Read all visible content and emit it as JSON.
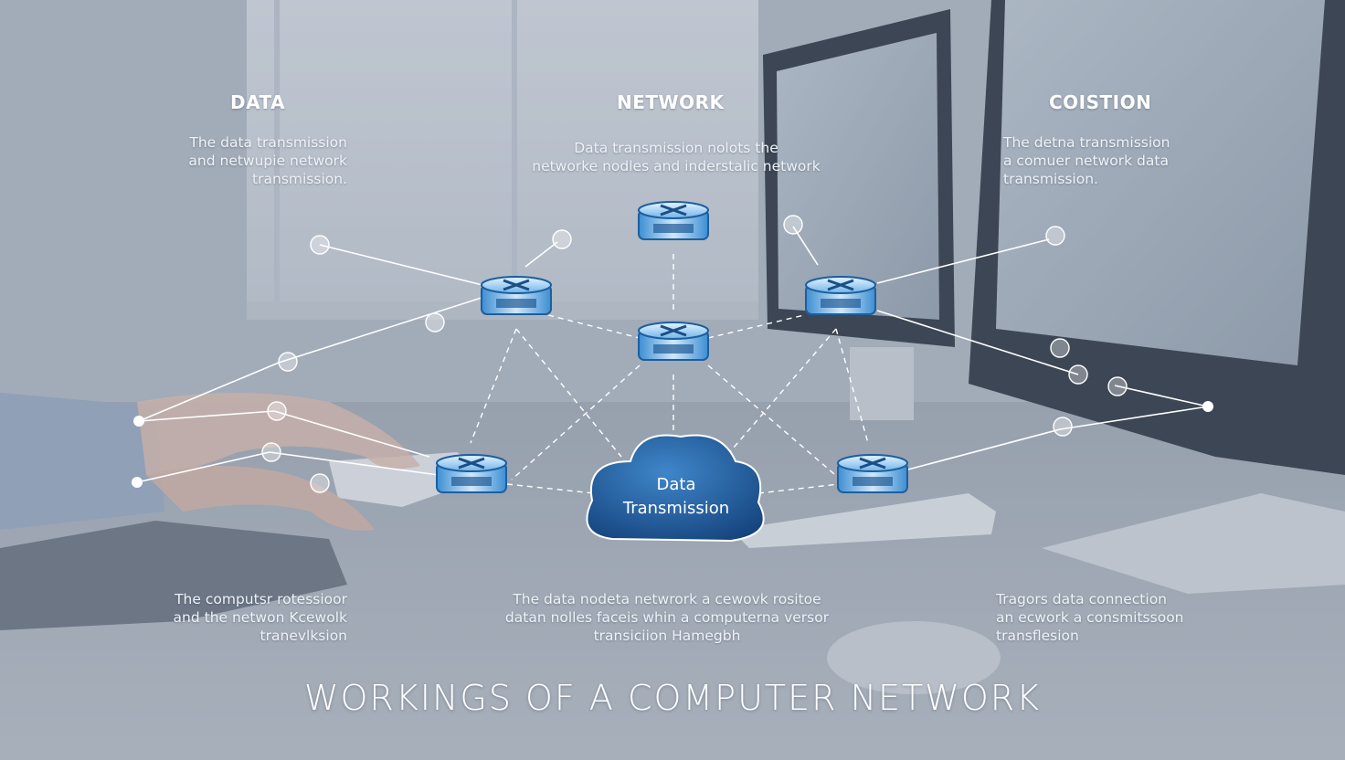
{
  "columns": [
    {
      "heading": "DATA",
      "lines": [
        "The data transmission",
        "and netwupie network",
        "transmission."
      ]
    },
    {
      "heading": "NETWORK",
      "lines": [
        "Data transmission nolots  the",
        "networke nodles and inderstalic network"
      ]
    },
    {
      "heading": "COISTION",
      "lines": [
        "The detna transmission",
        "a comuer network data",
        "transmission."
      ]
    }
  ],
  "bottom_notes": [
    {
      "lines": [
        "The computsr rotessioor",
        "and the netwon Kcewolk",
        "tranevlksion"
      ]
    },
    {
      "lines": [
        "The data nodeta netwrork a cewovk  rositoe",
        "datan nolles faceis whin a computerna versor",
        "transiciion  Hamegbh"
      ]
    },
    {
      "lines": [
        "Tragors data connection",
        "an ecwork a consmitssoon",
        "transflesion"
      ]
    }
  ],
  "cloud": {
    "line1": "Data",
    "line2": "Transmission"
  },
  "title": "WORKINGS OF A COMPUTER NETWORK",
  "colors": {
    "node_blue": "#2f7fc4",
    "cloud_blue": "#1f5fa4",
    "text": "#ffffff"
  }
}
